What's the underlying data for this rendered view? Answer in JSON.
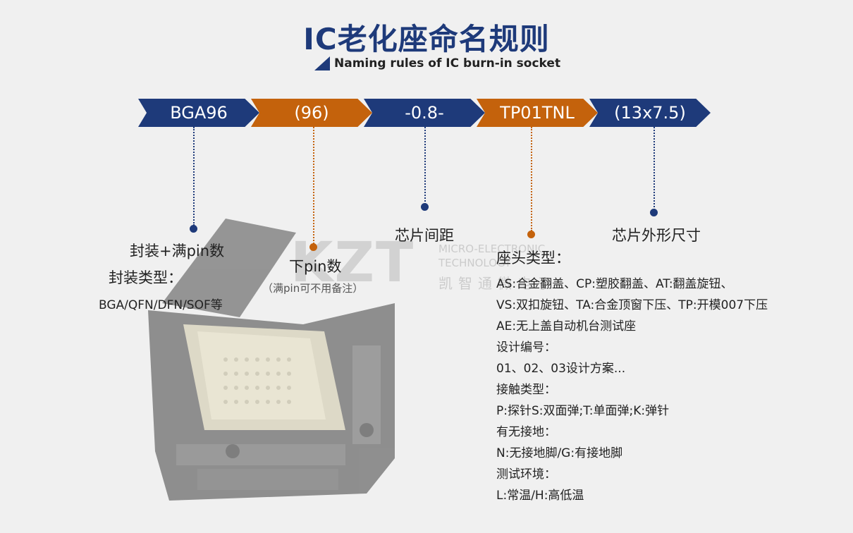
{
  "title": "IC老化座命名规则",
  "subtitle": "Naming rules of IC burn-in socket",
  "segments": [
    {
      "label": "BGA96",
      "color": "#1e3a7a"
    },
    {
      "label": "(96)",
      "color": "#c4620c"
    },
    {
      "label": "-0.8-",
      "color": "#1e3a7a"
    },
    {
      "label": "TP01TNL",
      "color": "#c4620c"
    },
    {
      "label": "(13x7.5)",
      "color": "#1e3a7a"
    }
  ],
  "callouts": {
    "package": {
      "heading": "封装+满pin数",
      "type_title": "封装类型：",
      "type_values": "BGA/QFN/DFN/SOF等"
    },
    "pins": {
      "heading": "下pin数",
      "note": "（满pin可不用备注）"
    },
    "pitch": {
      "heading": "芯片间距"
    },
    "size": {
      "heading": "芯片外形尺寸"
    },
    "head": {
      "heading": "座头类型：",
      "lines": [
        "AS:合金翻盖、CP:塑胶翻盖、AT:翻盖旋钮、",
        "VS:双扣旋钮、TA:合金顶窗下压、TP:开模007下压",
        "AE:无上盖自动机台测试座",
        "设计编号：",
        "01、02、03设计方案...",
        "接触类型：",
        "P:探针S:双面弹;T:单面弹;K:弹针",
        "有无接地：",
        "N:无接地脚/G:有接地脚",
        "测试环境：",
        "L:常温/H:高低温"
      ]
    }
  },
  "watermark": {
    "logo": "KZT",
    "line1": "MICRO-ELECTRONIC",
    "line2": "TECHNOLOGY",
    "line3": "凯智通微电子"
  }
}
